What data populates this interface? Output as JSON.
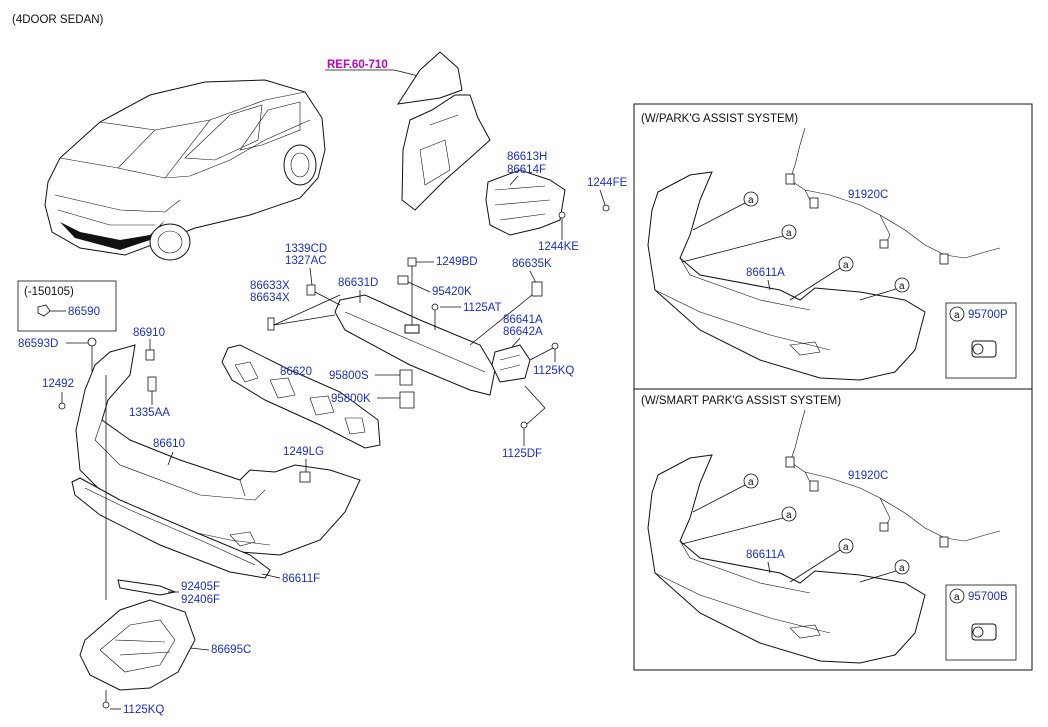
{
  "header": {
    "model": "(4DOOR SEDAN)"
  },
  "reference": "REF.60-710",
  "main_parts": {
    "p1339CD": "1339CD",
    "p1327AC": "1327AC",
    "p1249BD": "1249BD",
    "p86633X": "86633X",
    "p86634X": "86634X",
    "p86631D": "86631D",
    "p95420K": "95420K",
    "p86635K": "86635K",
    "p1125AT": "1125AT",
    "p86641A": "86641A",
    "p86642A": "86642A",
    "p1125KQ_top": "1125KQ",
    "p86613H": "86613H",
    "p86614F": "86614F",
    "p1244FE": "1244FE",
    "p1244KE": "1244KE",
    "p86620": "86620",
    "p95800S": "95800S",
    "p95800K": "95800K",
    "p1125DF": "1125DF",
    "p86910": "86910",
    "p86593D": "86593D",
    "p12492": "12492",
    "p1335AA": "1335AA",
    "p86610": "86610",
    "p1249LG": "1249LG",
    "p92405F": "92405F",
    "p92406F": "92406F",
    "p86611F": "86611F",
    "p86695C": "86695C",
    "p1125KQ_bottom": "1125KQ"
  },
  "early_variant": {
    "label": "(-150105)",
    "part": "86590"
  },
  "park_assist": {
    "title": "(W/PARK'G ASSIST SYSTEM)",
    "harness": "91920C",
    "bumper": "86611A",
    "callout": "a",
    "sensor": "95700P"
  },
  "smart_park_assist": {
    "title": "(W/SMART PARK'G ASSIST SYSTEM)",
    "harness": "91920C",
    "bumper": "86611A",
    "callout": "a",
    "sensor": "95700B"
  },
  "colors": {
    "part_number": "#1a2fd0",
    "reference": "#c000c0",
    "line": "#111111"
  }
}
